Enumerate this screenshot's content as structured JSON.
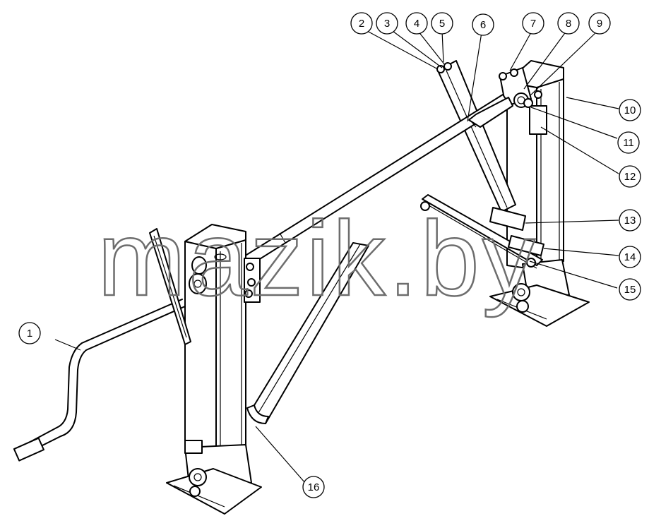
{
  "callouts": [
    {
      "id": "c1",
      "label": "1"
    },
    {
      "id": "c2",
      "label": "2"
    },
    {
      "id": "c3",
      "label": "3"
    },
    {
      "id": "c4",
      "label": "4"
    },
    {
      "id": "c5",
      "label": "5"
    },
    {
      "id": "c6",
      "label": "6"
    },
    {
      "id": "c7",
      "label": "7"
    },
    {
      "id": "c8",
      "label": "8"
    },
    {
      "id": "c9",
      "label": "9"
    },
    {
      "id": "c10",
      "label": "10"
    },
    {
      "id": "c11",
      "label": "11"
    },
    {
      "id": "c12",
      "label": "12"
    },
    {
      "id": "c13",
      "label": "13"
    },
    {
      "id": "c14",
      "label": "14"
    },
    {
      "id": "c15",
      "label": "15"
    },
    {
      "id": "c16",
      "label": "16"
    }
  ],
  "watermark": "mazik.by"
}
